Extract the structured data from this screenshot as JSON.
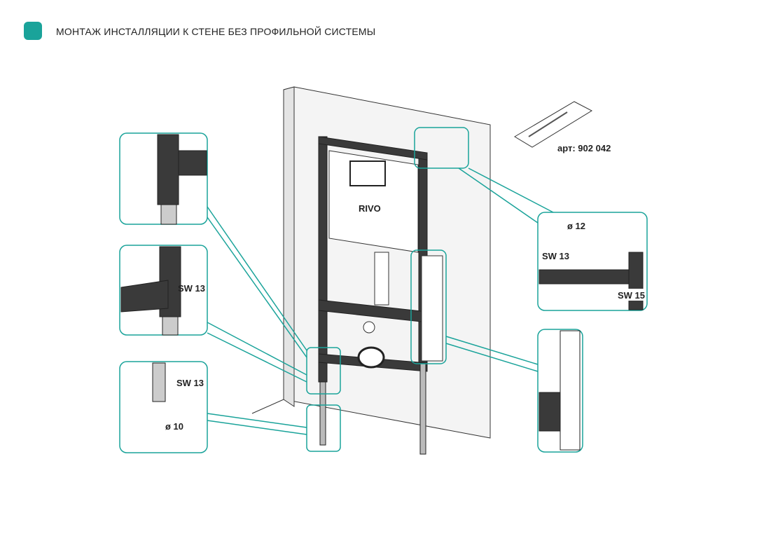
{
  "header": {
    "title": "МОНТАЖ ИНСТАЛЛЯЦИИ К СТЕНЕ БЕЗ ПРОФИЛЬНОЙ СИСТЕМЫ"
  },
  "colors": {
    "accent": "#1aa39a",
    "frame": "#3a3a3a",
    "wall": "#f2f2f2"
  },
  "product": {
    "brand": "RIVO"
  },
  "kit": {
    "article": "арт: 902 042"
  },
  "callouts": {
    "top_right": {
      "dowel": "ø 12",
      "wrench_a": "SW 13",
      "wrench_b": "SW 15"
    },
    "mid_left": {
      "wrench": "SW 13"
    },
    "bottom_left": {
      "wrench": "SW 13",
      "dowel": "ø 10"
    }
  }
}
